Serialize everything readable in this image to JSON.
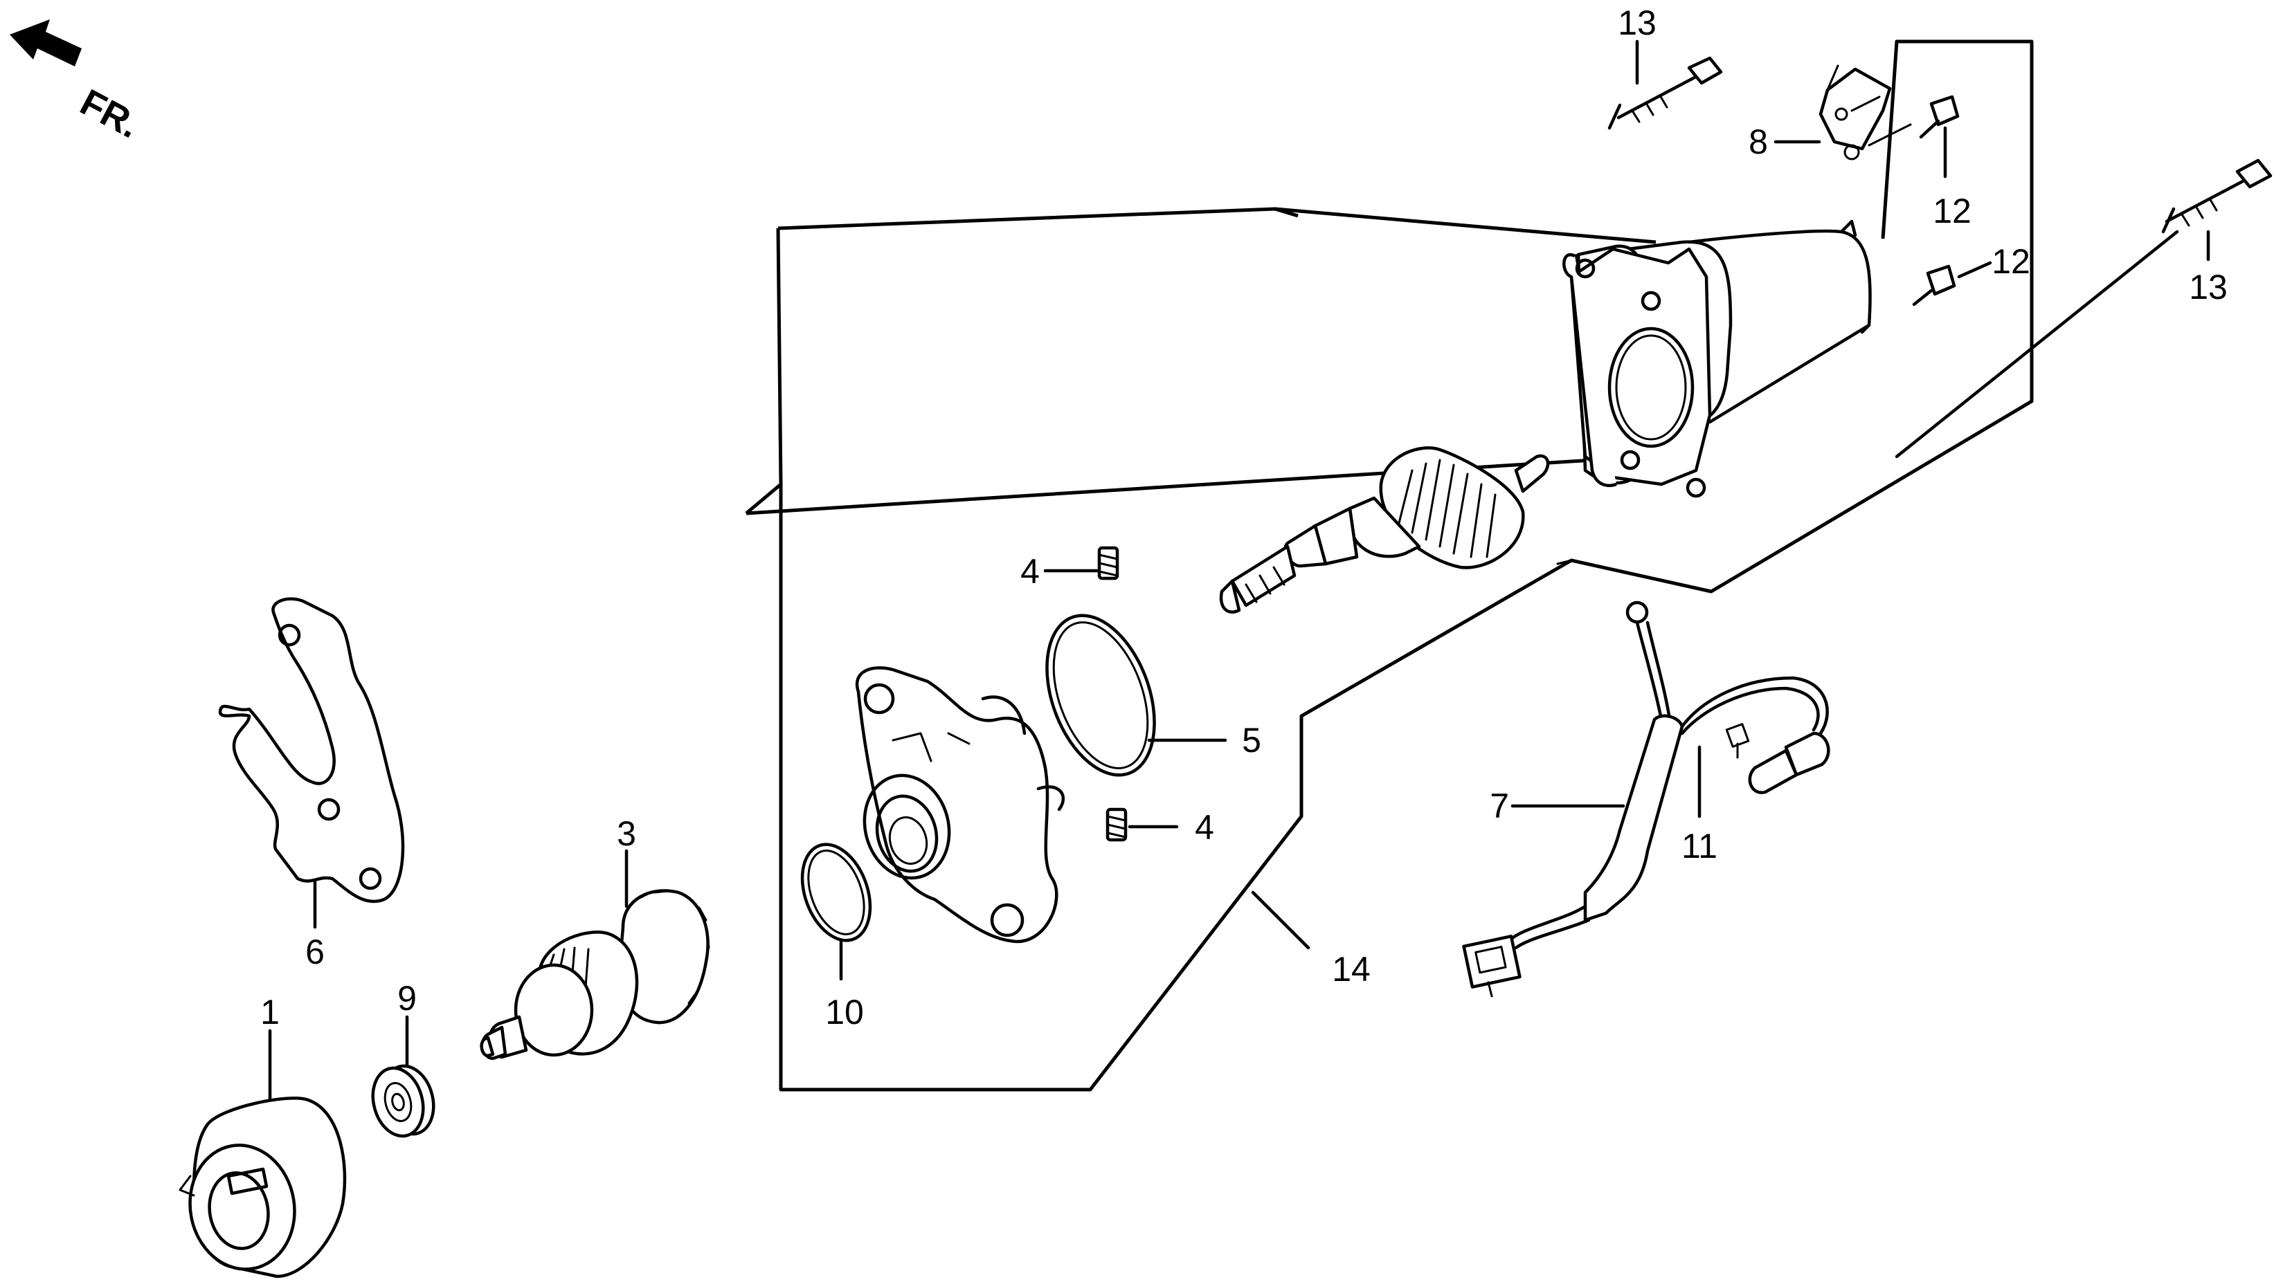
{
  "orientation": {
    "label": "FR.",
    "icon": "front-direction-arrow-icon"
  },
  "callouts": [
    {
      "id": "c1",
      "number": "1"
    },
    {
      "id": "c3",
      "number": "3"
    },
    {
      "id": "c4a",
      "number": "4"
    },
    {
      "id": "c4b",
      "number": "4"
    },
    {
      "id": "c5",
      "number": "5"
    },
    {
      "id": "c6",
      "number": "6"
    },
    {
      "id": "c7",
      "number": "7"
    },
    {
      "id": "c8",
      "number": "8"
    },
    {
      "id": "c9",
      "number": "9"
    },
    {
      "id": "c10",
      "number": "10"
    },
    {
      "id": "c11",
      "number": "11"
    },
    {
      "id": "c12a",
      "number": "12"
    },
    {
      "id": "c12b",
      "number": "12"
    },
    {
      "id": "c13a",
      "number": "13"
    },
    {
      "id": "c13b",
      "number": "13"
    },
    {
      "id": "c14",
      "number": "14"
    }
  ],
  "parts_icons": [
    "reduction-gear-housing-icon",
    "gasket-plate-icon",
    "starter-drive-gear-icon",
    "bearing-icon",
    "o-ring-icon",
    "front-bracket-icon",
    "brush-spring-icon",
    "armature-icon",
    "motor-case-icon",
    "cable-harness-icon",
    "terminal-bracket-icon",
    "bolt-icon"
  ]
}
